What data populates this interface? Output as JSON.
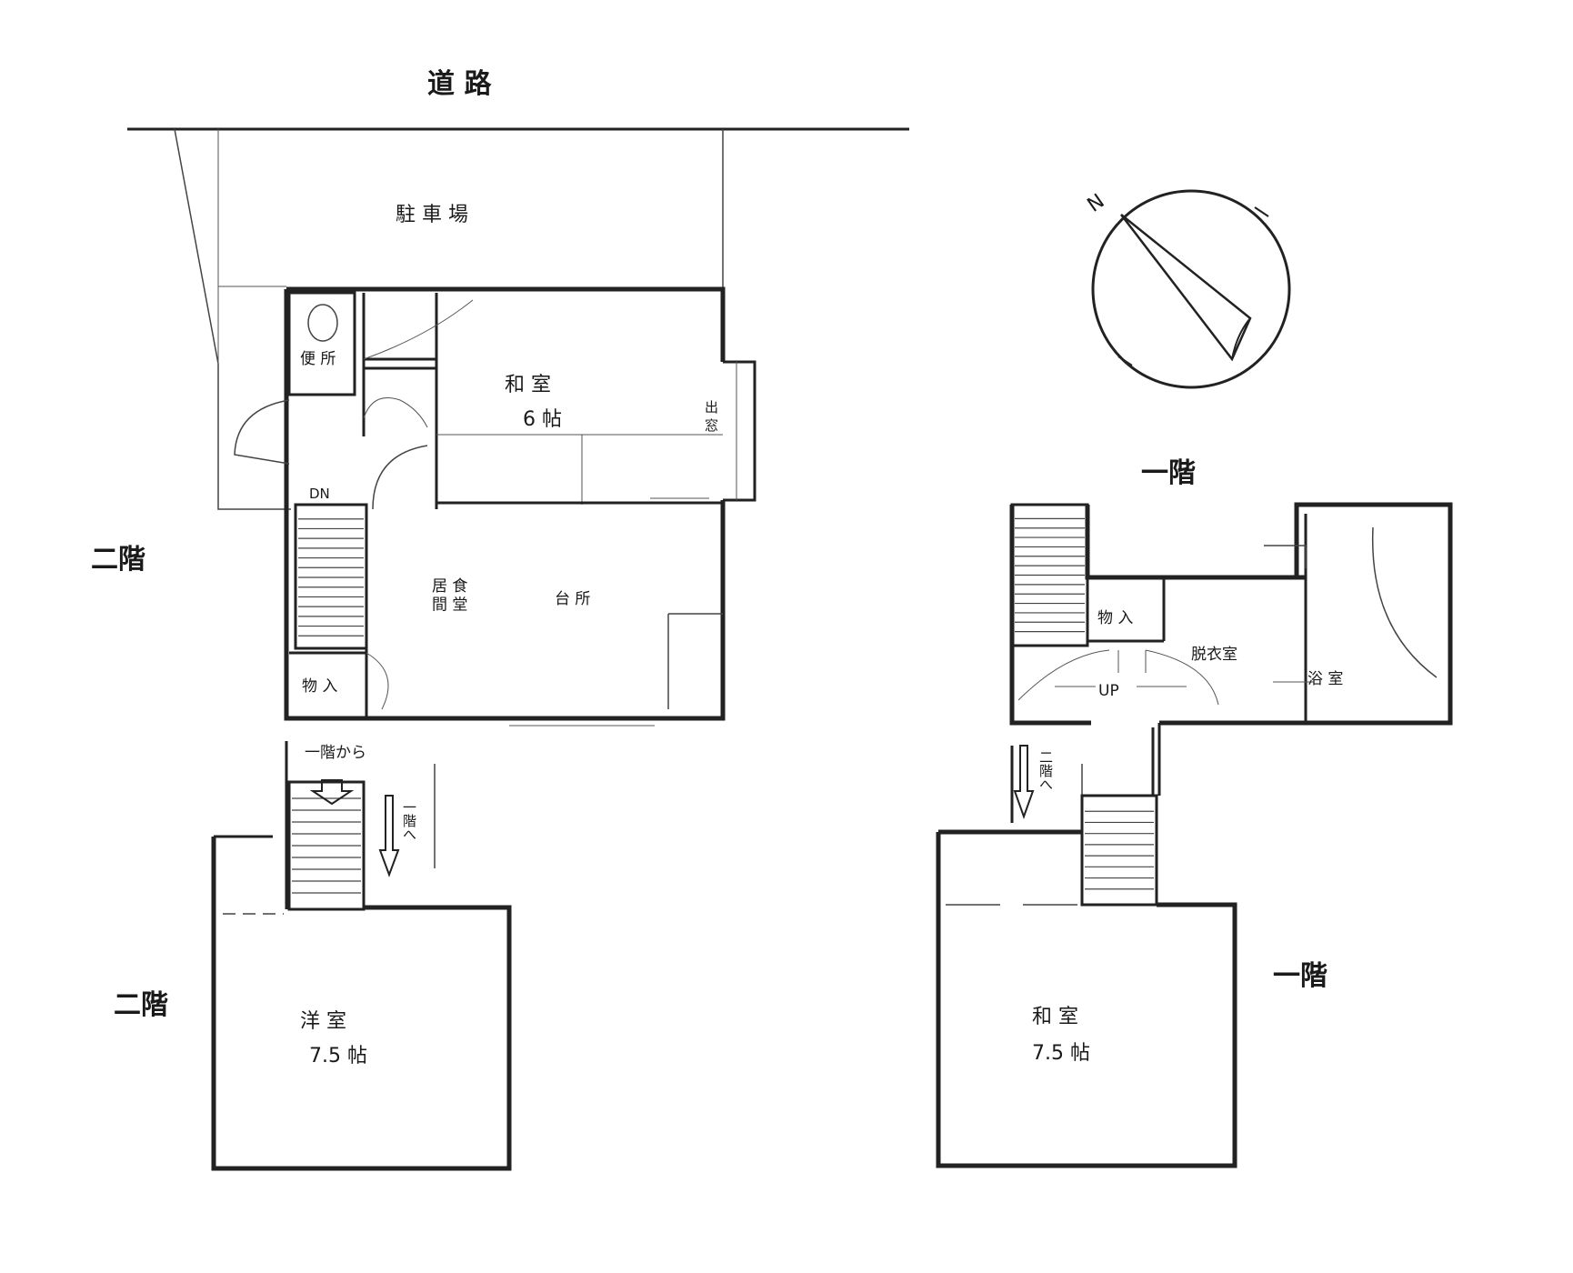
{
  "labels": {
    "road": "道 路",
    "parking": "駐 車 場",
    "toilet": "便 所",
    "washitsu6_name": "和 室",
    "washitsu6_size": "6 帖",
    "demado": "出 窓",
    "dn": "DN",
    "living": "居 食\n間 堂",
    "kitchen": "台 所",
    "storage_2f": "物 入",
    "from_1f": "一階から",
    "to_1f": "一\n階\nへ",
    "floor2_top": "二階",
    "floor2_bottom": "二階",
    "yoshitsu_name": "洋 室",
    "yoshitsu_size": "7.5 帖",
    "floor1_top": "一階",
    "floor1_bottom": "一階",
    "storage_1f": "物 入",
    "dressing": "脱衣室",
    "bath": "浴 室",
    "up": "UP",
    "to_2f": "二\n階\nへ",
    "washitsu75_name": "和 室",
    "washitsu75_size": "7.5 帖",
    "compass_n": "N"
  }
}
